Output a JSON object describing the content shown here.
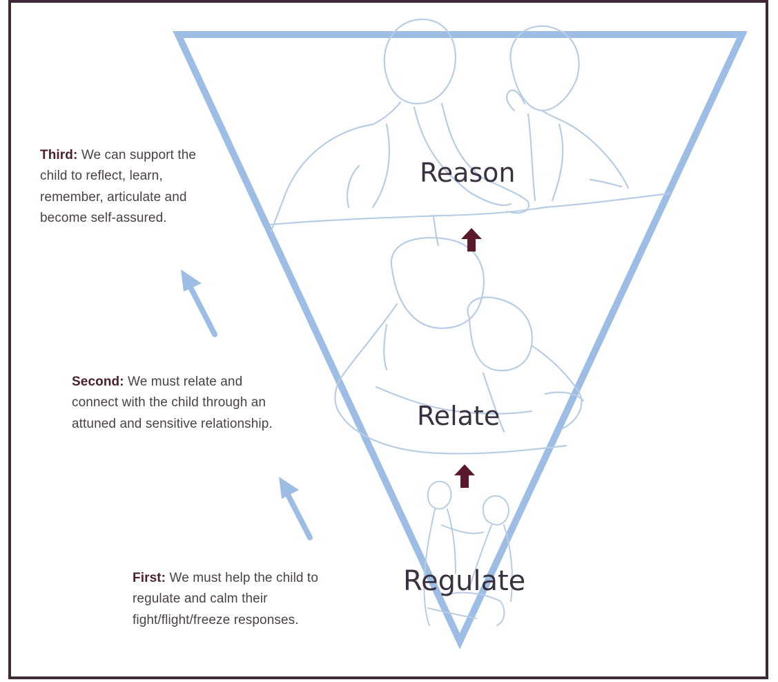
{
  "stages": {
    "reason": "Reason",
    "relate": "Relate",
    "regulate": "Regulate"
  },
  "notes": {
    "third": {
      "label": "Third:",
      "text": "We can support the child to reflect, learn, remember, articulate and become self-assured."
    },
    "second": {
      "label": "Second:",
      "text": "We must relate and connect with the child through an attuned and sensitive relationship."
    },
    "first": {
      "label": "First:",
      "text": "We must help the child to regulate and calm their fight/flight/freeze responses."
    }
  },
  "colors": {
    "triangle": "#9dbde4",
    "figure_line": "#b8cde3",
    "up_arrow": "#5a1a2b",
    "side_arrow": "#9dbde4",
    "label_bold": "#4d1f2e",
    "text": "#4a4048",
    "frame": "#3b2a35"
  }
}
